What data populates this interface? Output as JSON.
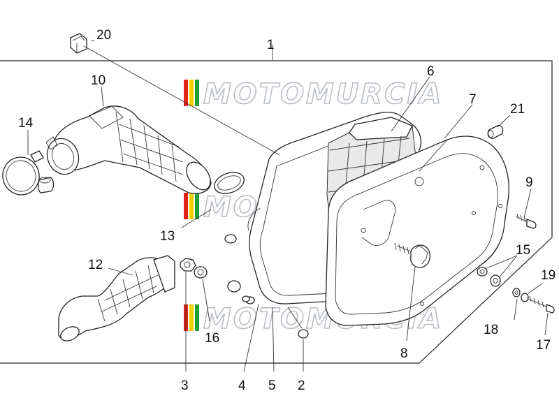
{
  "watermark": {
    "text": "MOTOMURCIA",
    "colors": {
      "red": "#e2231a",
      "yellow": "#f4d000",
      "green": "#21a037",
      "outline": "#b9bec4"
    }
  },
  "callouts": {
    "c1": "1",
    "c2": "2",
    "c3": "3",
    "c4": "4",
    "c5": "5",
    "c6": "6",
    "c7": "7",
    "c8": "8",
    "c9": "9",
    "c10": "10",
    "c12": "12",
    "c13": "13",
    "c14": "14",
    "c15": "15",
    "c16": "16",
    "c17": "17",
    "c18": "18",
    "c19": "19",
    "c20": "20",
    "c21": "21"
  }
}
